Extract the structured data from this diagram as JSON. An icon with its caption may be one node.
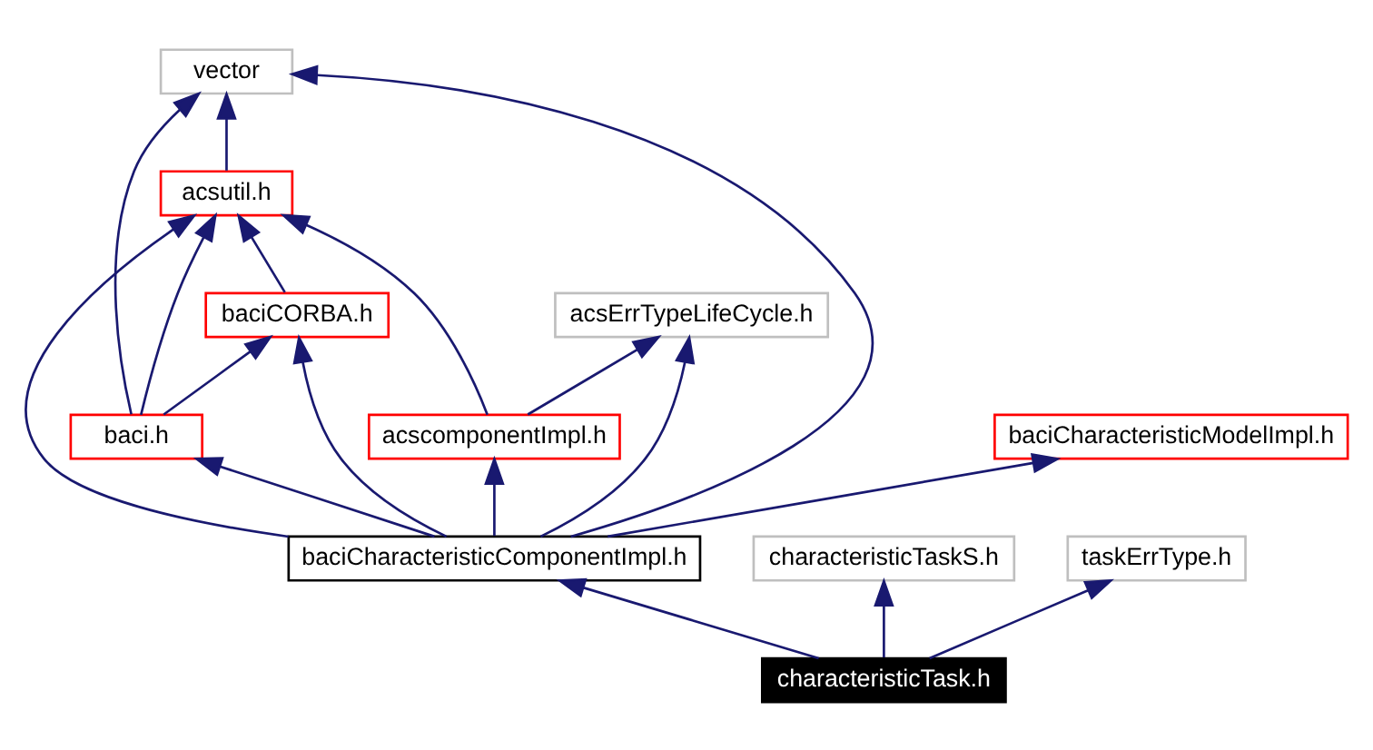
{
  "diagram": {
    "nodes": [
      {
        "text": [
          "vector"
        ]
      },
      {
        "text": [
          "acsutil.h"
        ]
      },
      {
        "text": [
          "baciCORBA.h"
        ]
      },
      {
        "text": [
          "acsErrTypeLifeCycle.h"
        ]
      },
      {
        "text": [
          "baci.h"
        ]
      },
      {
        "text": [
          "acscomponentImpl.h"
        ]
      },
      {
        "text": [
          "baciCharacteristicModelImpl.h"
        ]
      },
      {
        "text": [
          "characteristicTaskS.h"
        ]
      },
      {
        "text": [
          "baciCharacteristicComponentImpl.h"
        ]
      },
      {
        "text": [
          "taskErrType.h"
        ]
      },
      {
        "text": [
          "characteristicTask.h"
        ]
      }
    ],
    "edges": [
      {
        "from": 1,
        "to": 0,
        "arrow": "to"
      },
      {
        "from": 4,
        "to": 0,
        "arrow": "to"
      },
      {
        "from": 8,
        "to": 0,
        "arrow": "to"
      },
      {
        "from": 2,
        "to": 1,
        "arrow": "to"
      },
      {
        "from": 4,
        "to": 1,
        "arrow": "to"
      },
      {
        "from": 8,
        "to": 1,
        "arrow": "to"
      },
      {
        "from": 5,
        "to": 1,
        "arrow": "to"
      },
      {
        "from": 4,
        "to": 2,
        "arrow": "to"
      },
      {
        "from": 8,
        "to": 2,
        "arrow": "to"
      },
      {
        "from": 5,
        "to": 3,
        "arrow": "to"
      },
      {
        "from": 8,
        "to": 3,
        "arrow": "to"
      },
      {
        "from": 8,
        "to": 4,
        "arrow": "to"
      },
      {
        "from": 8,
        "to": 5,
        "arrow": "to"
      },
      {
        "from": 8,
        "to": 6,
        "arrow": "to"
      },
      {
        "from": 10,
        "to": 7,
        "arrow": "to"
      },
      {
        "from": 10,
        "to": 8,
        "arrow": "to"
      },
      {
        "from": 10,
        "to": 9,
        "arrow": "to"
      }
    ]
  }
}
